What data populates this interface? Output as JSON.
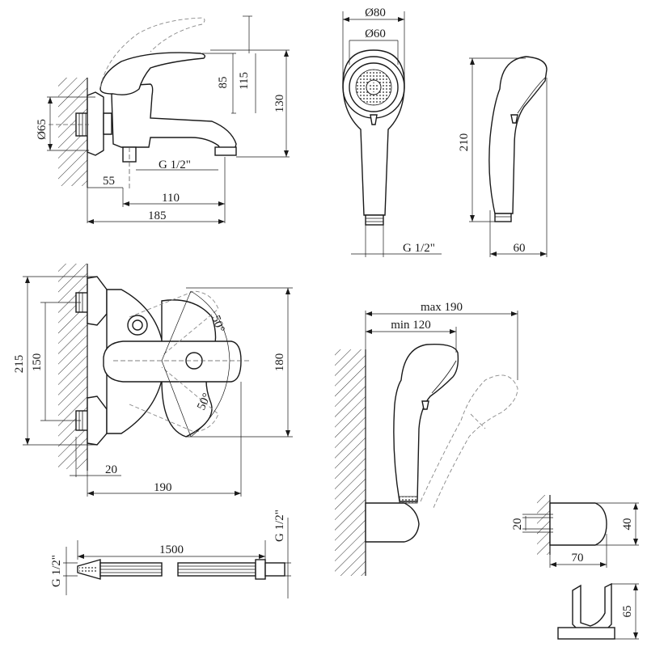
{
  "labels": {
    "mixer_side": {
      "d65": "Ø65",
      "h85": "85",
      "h115": "115",
      "h130": "130",
      "g_spout": "G 1/2\"",
      "w55": "55",
      "w110": "110",
      "w185": "185"
    },
    "shower_head_front": {
      "d80": "Ø80",
      "d60": "Ø60",
      "g_hand": "G 1/2\""
    },
    "shower_head_side": {
      "h210": "210",
      "w60": "60"
    },
    "mixer_front": {
      "h215": "215",
      "h150": "150",
      "h180": "180",
      "a50_top": "50°",
      "a50_bot": "50°",
      "w20": "20",
      "w190": "190"
    },
    "hose": {
      "len1500": "1500",
      "g_left": "G 1/2\"",
      "g_right": "G 1/2\""
    },
    "holder_install": {
      "max190": "max 190",
      "min120": "min 120"
    },
    "bracket": {
      "h20": "20",
      "h40": "40",
      "w70": "70",
      "h65": "65"
    }
  }
}
